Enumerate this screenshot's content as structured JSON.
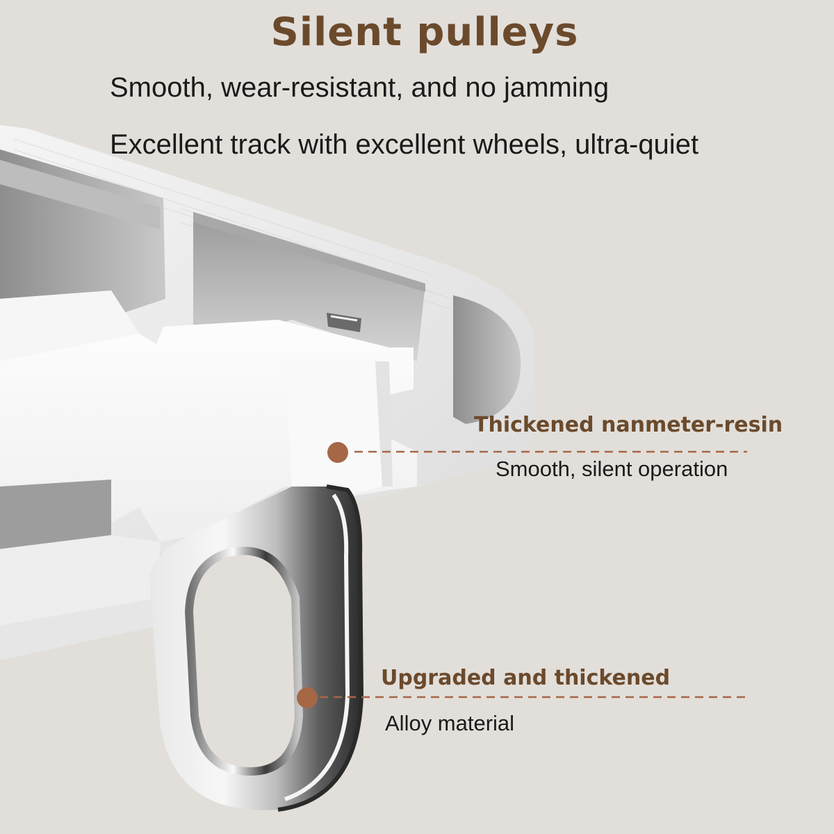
{
  "headline": {
    "title": "Silent pulleys",
    "subtitle_1": "Smooth, wear-resistant, and no jamming",
    "subtitle_2": "Excellent track with excellent wheels, ultra-quiet"
  },
  "callouts": [
    {
      "title": "Thickened nanmeter-resin",
      "text": "Smooth, silent operation"
    },
    {
      "title": "Upgraded and thickened",
      "text": "Alloy material"
    }
  ],
  "colors": {
    "background": "#e2dfda",
    "accent_brown": "#6b4a2c",
    "dot_brown": "#a56746",
    "text_dark": "#1a1a1a"
  }
}
